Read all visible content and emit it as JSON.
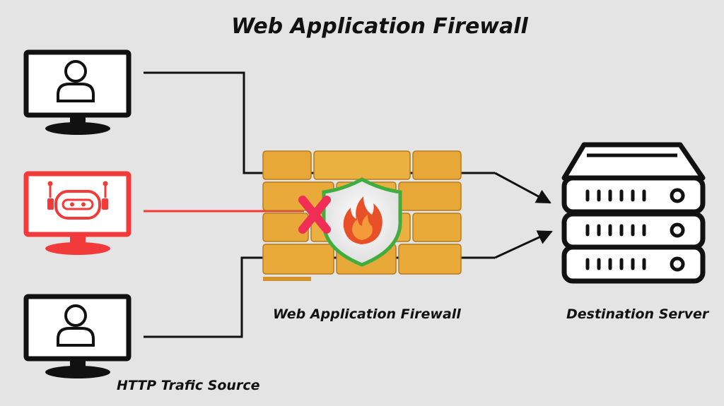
{
  "title": "Web Application Firewall",
  "labels": {
    "waf": "Web Application Firewall",
    "server": "Destination Server",
    "source": "HTTP Trafic Source"
  },
  "colors": {
    "background": "#e4e4e4",
    "stroke": "#111111",
    "blocked": "#f23a3a",
    "brick": "#e8a838",
    "shield_border": "#3fae3f",
    "flame": "#e8502a",
    "x_mark": "#ef2d56"
  },
  "nodes": {
    "sources": [
      {
        "icon": "user-icon",
        "status": "allowed"
      },
      {
        "icon": "bot-icon",
        "status": "blocked"
      },
      {
        "icon": "user-icon",
        "status": "allowed"
      }
    ],
    "firewall": {
      "icon": "brick-wall-shield-flame-icon"
    },
    "server": {
      "icon": "server-rack-icon",
      "units": 3
    }
  }
}
